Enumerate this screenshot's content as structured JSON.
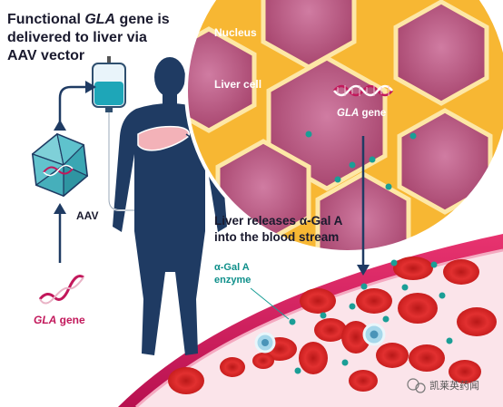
{
  "title": {
    "line1_pre": "Functional ",
    "line1_gene": "GLA",
    "line1_post": " gene is",
    "line2": "delivered to liver via",
    "line3": "AAV vector"
  },
  "labels": {
    "nucleus": "Nucleus",
    "liver_cell": "Liver cell",
    "gla_gene_inner_gene": "GLA",
    "gla_gene_inner_word": " gene",
    "aav": "AAV",
    "gla_gene_left_gene": "GLA",
    "gla_gene_left_word": " gene",
    "release_line1": "Liver releases α-Gal A",
    "release_line2": "into the blood stream",
    "enzyme_line1": "α-Gal A",
    "enzyme_line2": "enzyme"
  },
  "watermark": {
    "text": "凯莱英药闻"
  },
  "colors": {
    "navy": "#1e3a5f",
    "gene": "#c2185b",
    "teal": "#1a9e96",
    "hex_border": "#f7b733",
    "cell_purple": "#b0527d",
    "vessel": "#d4145a",
    "blood_red": "#e02828"
  }
}
